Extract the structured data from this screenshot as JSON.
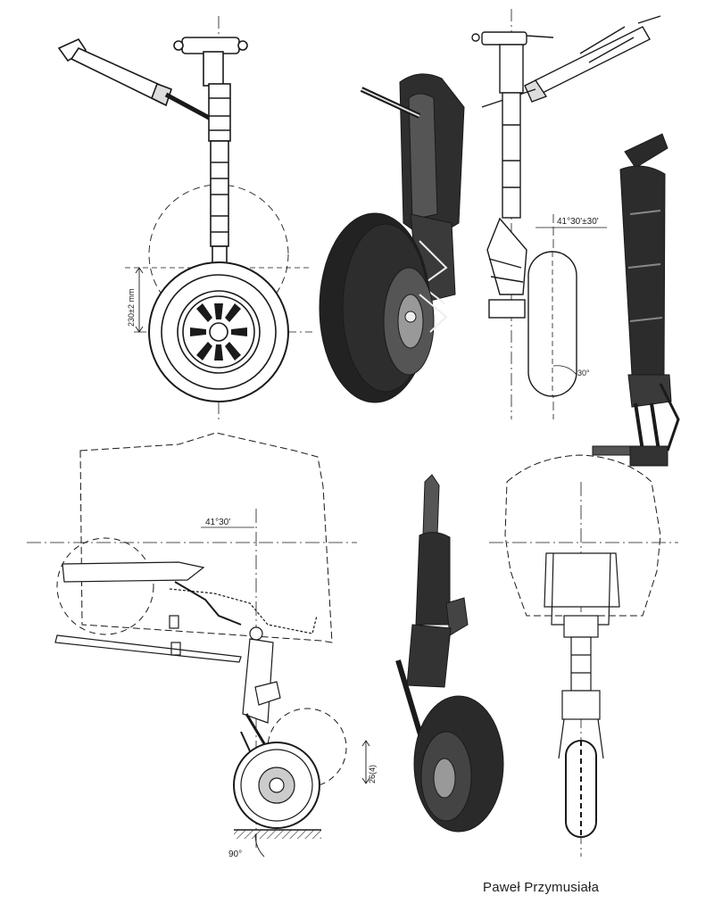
{
  "figure": {
    "author": "Paweł Przymusiała",
    "dimensions": {
      "wheel_travel_top": "230±2 mm",
      "rake_top_center": "41°30'±30'",
      "castor_angle_top_right": "30°",
      "rake_bottom_left": "41°30'",
      "travel_bottom_left": "26(4)",
      "ground_angle_bottom_left": "90°"
    }
  },
  "colors": {
    "ink": "#1a1a1a",
    "tire": "#2a2a2a",
    "paper": "#ffffff"
  }
}
